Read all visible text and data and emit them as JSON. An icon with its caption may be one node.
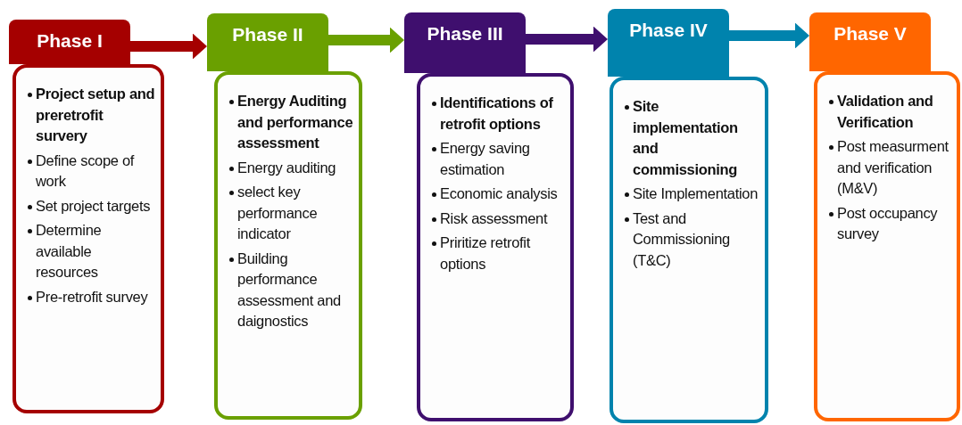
{
  "diagram": {
    "nodes": [
      {
        "text": [
          "Phase I"
        ]
      },
      {
        "text": [
          "Project setup and preretrofit survery",
          "Define scope of work",
          "Set project targets",
          "Determine available resources",
          "Pre-retrofit survey"
        ]
      },
      {
        "text": [
          "Phase II"
        ]
      },
      {
        "text": [
          "Energy Auditing and performance assessment",
          "Energy auditing",
          "select key performance indicator",
          "Building performance assessment and daignostics"
        ]
      },
      {
        "text": [
          "Phase III"
        ]
      },
      {
        "text": [
          "Identifications of retrofit options",
          "Energy saving estimation",
          "Economic analysis",
          "Risk assessment",
          "Priritize retrofit options"
        ]
      },
      {
        "text": [
          "Phase IV"
        ]
      },
      {
        "text": [
          "Site implementation and commissioning",
          "Site Implementation",
          "Test and Commissioning (T&C)"
        ]
      },
      {
        "text": [
          "Phase V"
        ]
      },
      {
        "text": [
          "Validation and Verification",
          "Post measurment and verification (M&V)",
          "Post occupancy survey"
        ]
      }
    ],
    "edges": [
      {
        "from": 0,
        "to": 2,
        "arrow": "to",
        "color": "#a50000"
      },
      {
        "from": 2,
        "to": 4,
        "arrow": "to",
        "color": "#6aa000"
      },
      {
        "from": 4,
        "to": 6,
        "arrow": "to",
        "color": "#3f0f6e"
      },
      {
        "from": 6,
        "to": 8,
        "arrow": "to",
        "color": "#0083ad"
      }
    ]
  }
}
